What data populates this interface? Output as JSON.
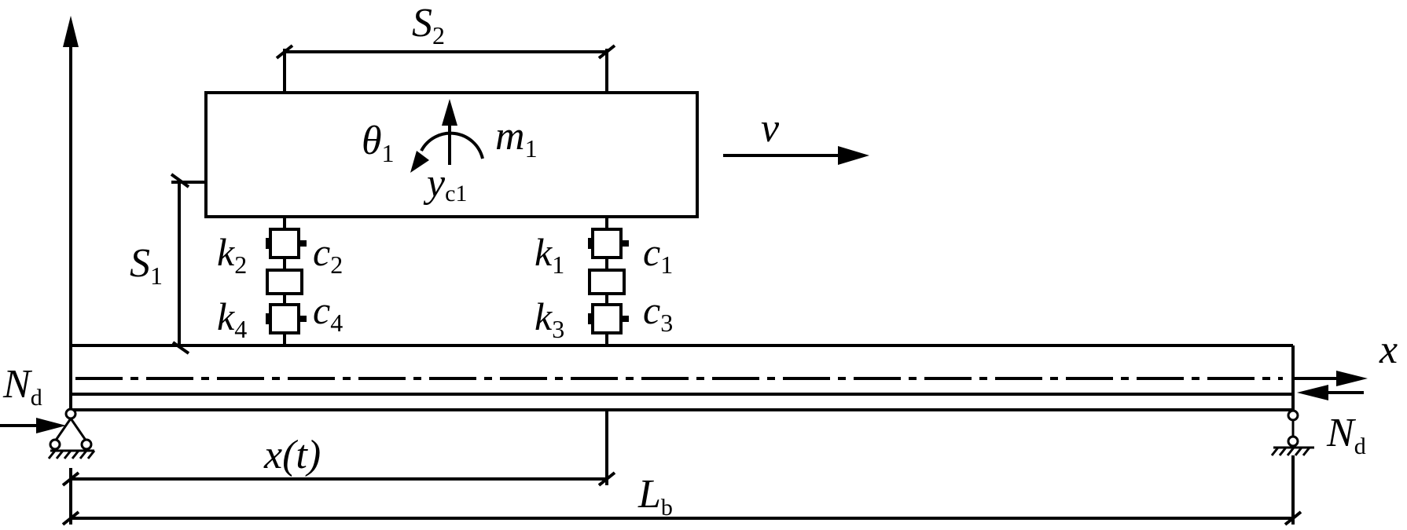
{
  "diagram": {
    "labels": {
      "s2": {
        "main": "S",
        "sub": "2"
      },
      "s1": {
        "main": "S",
        "sub": "1"
      },
      "theta1": {
        "main": "θ",
        "sub": "1"
      },
      "m1": {
        "main": "m",
        "sub": "1"
      },
      "yc1": {
        "main": "y",
        "sub": "c1"
      },
      "v": {
        "main": "v"
      },
      "k2": {
        "main": "k",
        "sub": "2"
      },
      "c2": {
        "main": "c",
        "sub": "2"
      },
      "k4": {
        "main": "k",
        "sub": "4"
      },
      "c4": {
        "main": "c",
        "sub": "4"
      },
      "k1": {
        "main": "k",
        "sub": "1"
      },
      "c1": {
        "main": "c",
        "sub": "1"
      },
      "k3": {
        "main": "k",
        "sub": "3"
      },
      "c3": {
        "main": "c",
        "sub": "3"
      },
      "x_axis": {
        "main": "x"
      },
      "nd_left": {
        "main": "N",
        "sub": "d"
      },
      "nd_right": {
        "main": "N",
        "sub": "d"
      },
      "xt": {
        "main": "x(t)"
      },
      "lb": {
        "main": "L",
        "sub": "b"
      }
    }
  }
}
